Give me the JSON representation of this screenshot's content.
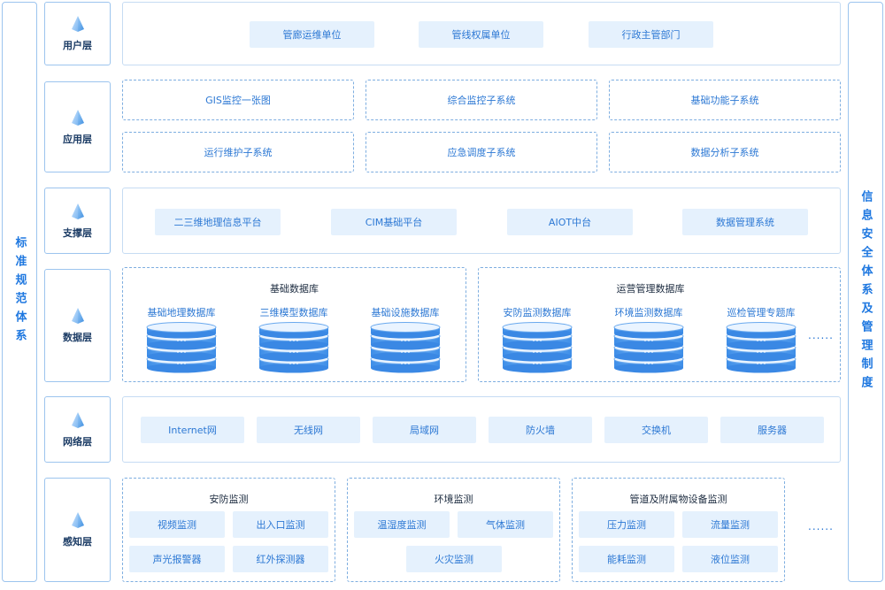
{
  "left_sidebar": "标准规范体系",
  "right_sidebar": "信息安全体系及管理制度",
  "layers": {
    "user": {
      "label": "用户层",
      "items": [
        "管廊运维单位",
        "管线权属单位",
        "行政主管部门"
      ]
    },
    "app": {
      "label": "应用层",
      "items": [
        "GIS监控一张图",
        "综合监控子系统",
        "基础功能子系统",
        "运行维护子系统",
        "应急调度子系统",
        "数据分析子系统"
      ]
    },
    "support": {
      "label": "支撑层",
      "items": [
        "二三维地理信息平台",
        "CIM基础平台",
        "AIOT中台",
        "数据管理系统"
      ]
    },
    "data": {
      "label": "数据层",
      "groups": [
        {
          "title": "基础数据库",
          "dbs": [
            "基础地理数据库",
            "三维模型数据库",
            "基础设施数据库"
          ]
        },
        {
          "title": "运营管理数据库",
          "dbs": [
            "安防监测数据库",
            "环境监测数据库",
            "巡检管理专题库"
          ]
        }
      ],
      "more": "......"
    },
    "network": {
      "label": "网络层",
      "items": [
        "Internet网",
        "无线网",
        "局域网",
        "防火墙",
        "交换机",
        "服务器"
      ]
    },
    "sense": {
      "label": "感知层",
      "groups": [
        {
          "title": "安防监测",
          "items": [
            "视频监测",
            "出入口监测",
            "声光报警器",
            "红外探测器"
          ]
        },
        {
          "title": "环境监测",
          "items": [
            "温湿度监测",
            "气体监测",
            "火灾监测"
          ]
        },
        {
          "title": "管道及附属物设备监测",
          "items": [
            "压力监测",
            "流量监测",
            "能耗监测",
            "液位监测"
          ]
        }
      ],
      "more": "......"
    }
  },
  "colors": {
    "accent": "#1f78e0",
    "chip_bg": "#e5f1fd",
    "border": "#9cc4ee"
  },
  "icons": {
    "layer_icon": "crystal-pyramid-icon",
    "db_icon": "database-cylinder-icon"
  }
}
